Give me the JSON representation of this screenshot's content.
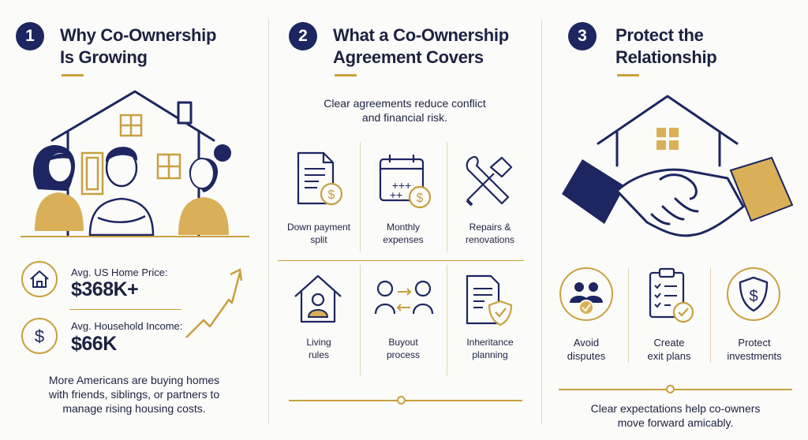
{
  "section1": {
    "number": "1",
    "title": "Why Co-Ownership\nIs Growing",
    "home_price_label": "Avg. US Home Price:",
    "home_price_value": "$368K+",
    "income_label": "Avg. Household Income:",
    "income_value": "$66K",
    "description": "More Americans are buying homes\nwith friends, siblings, or partners to\nmanage rising housing costs."
  },
  "section2": {
    "number": "2",
    "title": "What a Co-Ownership\nAgreement Covers",
    "subtitle": "Clear agreements reduce conflict\nand financial risk.",
    "items": [
      {
        "label": "Down payment\nsplit",
        "icon": "document-dollar-icon"
      },
      {
        "label": "Monthly\nexpenses",
        "icon": "calendar-dollar-icon"
      },
      {
        "label": "Repairs &\nrenovations",
        "icon": "tools-icon"
      },
      {
        "label": "Living\nrules",
        "icon": "house-person-icon"
      },
      {
        "label": "Buyout\nprocess",
        "icon": "exchange-people-icon"
      },
      {
        "label": "Inheritance\nplanning",
        "icon": "document-shield-icon"
      }
    ]
  },
  "section3": {
    "number": "3",
    "title": "Protect the\nRelationship",
    "items": [
      {
        "label": "Avoid\ndisputes",
        "icon": "people-check-icon"
      },
      {
        "label": "Create\nexit plans",
        "icon": "clipboard-check-icon"
      },
      {
        "label": "Protect\ninvestments",
        "icon": "shield-dollar-icon"
      }
    ],
    "footer": "Clear expectations help co-owners\nmove forward amicably."
  },
  "colors": {
    "navy": "#1d2660",
    "gold": "#c9a040",
    "gold_fill": "#d9b057",
    "text": "#1c2240"
  }
}
